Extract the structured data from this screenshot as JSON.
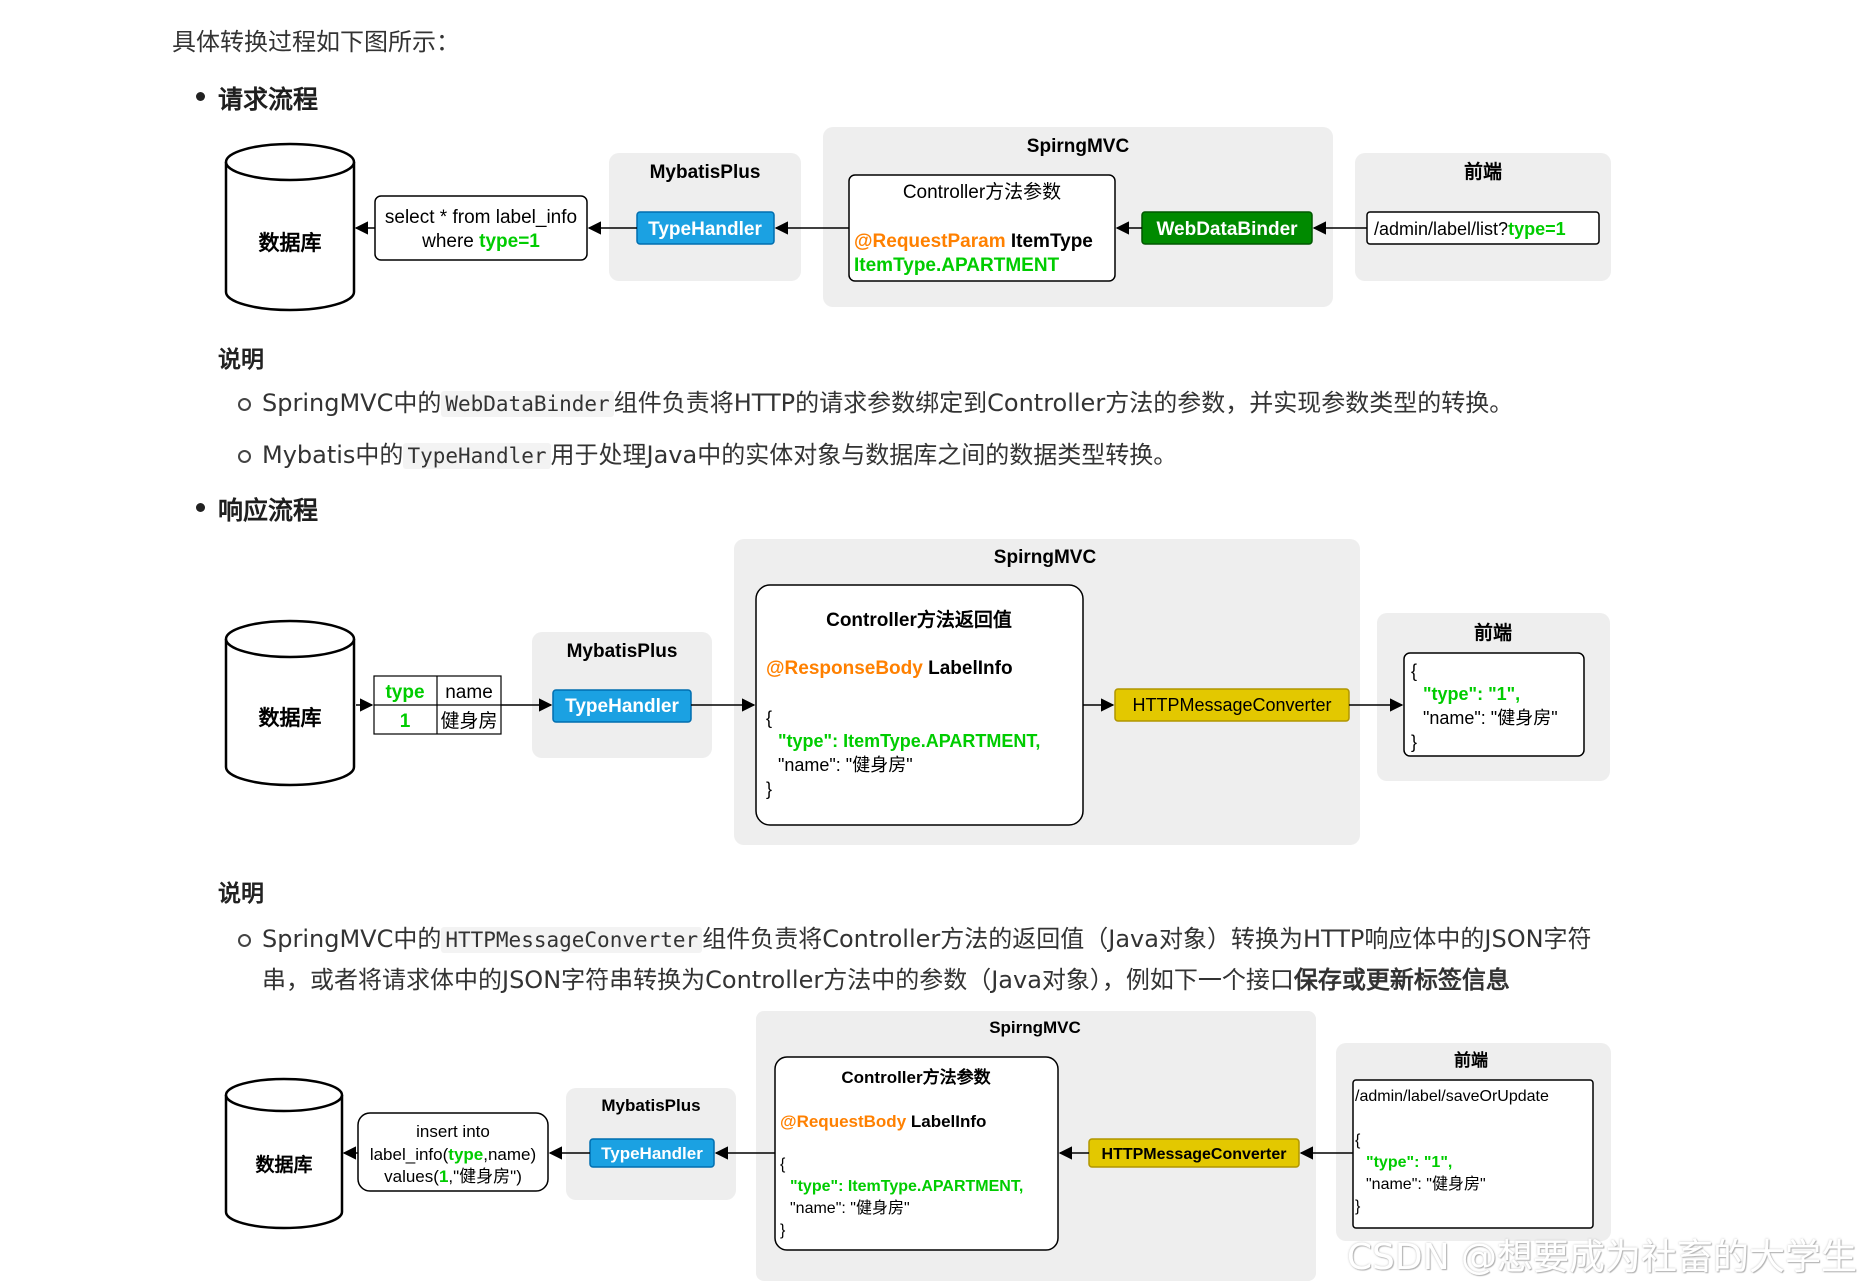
{
  "intro": "具体转换过程如下图所示：",
  "request": {
    "title": "请求流程",
    "db": "数据库",
    "sql_line1": "select * from label_info",
    "sql_where": "where ",
    "sql_type": "type=1",
    "mybatis": "MybatisPlus",
    "typehandler": "TypeHandler",
    "springmvc": "SpirngMVC",
    "param_title": "Controller方法参数",
    "param_annot": "@RequestParam",
    "param_type": " ItemType",
    "param_value": "ItemType.APARTMENT",
    "binder": "WebDataBinder",
    "frontend": "前端",
    "url_prefix": "/admin/label/list?",
    "url_param": "type=1"
  },
  "request_notes": {
    "title": "说明",
    "items": [
      {
        "pre": "SpringMVC中的",
        "code": "WebDataBinder",
        "post": "组件负责将HTTP的请求参数绑定到Controller方法的参数，并实现参数类型的转换。"
      },
      {
        "pre": "Mybatis中的",
        "code": "TypeHandler",
        "post": "用于处理Java中的实体对象与数据库之间的数据类型转换。"
      }
    ]
  },
  "response": {
    "title": "响应流程",
    "db": "数据库",
    "col1": "type",
    "col2": "name",
    "val1": "1",
    "val2": "健身房",
    "mybatis": "MybatisPlus",
    "typehandler": "TypeHandler",
    "springmvc": "SpirngMVC",
    "ret_title": "Controller方法返回值",
    "ret_annot": "@ResponseBody",
    "ret_type": " LabelInfo",
    "brace_open": "{",
    "json_type": "\"type\": ItemType.APARTMENT,",
    "json_name": "\"name\": \"健身房\"",
    "brace_close": "}",
    "converter": "HTTPMessageConverter",
    "frontend": "前端",
    "fe_type": "\"type\": \"1\",",
    "fe_name": "\"name\": \"健身房\""
  },
  "response_notes": {
    "title": "说明",
    "pre": "SpringMVC中的",
    "code": "HTTPMessageConverter",
    "mid": "组件负责将Controller方法的返回值（Java对象）转换为HTTP响应体中的JSON字符",
    "line2": "串，或者将请求体中的JSON字符串转换为Controller方法中的参数（Java对象），例如下一个接口",
    "bold": "保存或更新标签信息"
  },
  "save": {
    "db": "数据库",
    "sql1": "insert into",
    "sql2a": "label_info(",
    "sql2b": "type",
    "sql2c": ",name)",
    "sql3a": "values(",
    "sql3b": "1",
    "sql3c": ",\"健身房\")",
    "mybatis": "MybatisPlus",
    "typehandler": "TypeHandler",
    "springmvc": "SpirngMVC",
    "param_title": "Controller方法参数",
    "param_annot": "@RequestBody",
    "param_type": " LabelInfo",
    "brace_open": "{",
    "json_type": "\"type\": ItemType.APARTMENT,",
    "json_name": "\"name\": \"健身房\"",
    "brace_close": "}",
    "converter": "HTTPMessageConverter",
    "frontend": "前端",
    "url": "/admin/label/saveOrUpdate",
    "fe_type": "\"type\": \"1\",",
    "fe_name": "\"name\": \"健身房\""
  },
  "watermark": "CSDN @想要成为社畜的大学生",
  "colors": {
    "orange": "#ff8000",
    "green": "#00cc00",
    "blue": "#1ba1e2",
    "darkgreen": "#008a00",
    "yellow": "#e3c800",
    "panel": "#eeeeee"
  }
}
